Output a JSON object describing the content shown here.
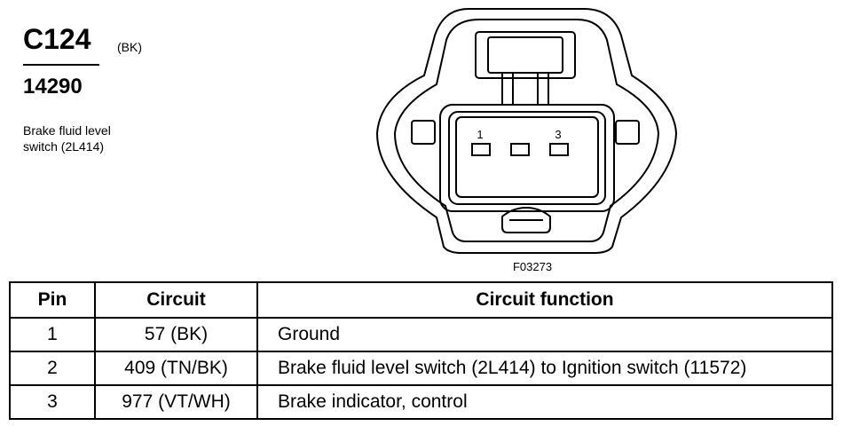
{
  "connector": {
    "id": "C124",
    "color": "(BK)",
    "part_number": "14290",
    "description_line1": "Brake fluid level",
    "description_line2": "switch (2L414)",
    "figure_id": "F03273",
    "pin_label_left": "1",
    "pin_label_right": "3"
  },
  "table": {
    "headers": [
      "Pin",
      "Circuit",
      "Circuit function"
    ],
    "rows": [
      {
        "pin": "1",
        "circuit": "57 (BK)",
        "function": "Ground"
      },
      {
        "pin": "2",
        "circuit": "409 (TN/BK)",
        "function": "Brake fluid level switch (2L414) to Ignition switch (11572)"
      },
      {
        "pin": "3",
        "circuit": "977 (VT/WH)",
        "function": "Brake indicator, control"
      }
    ]
  }
}
